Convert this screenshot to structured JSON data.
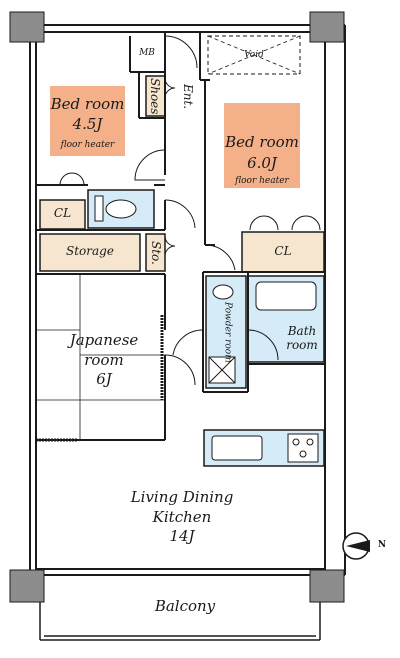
{
  "rooms": {
    "mb": "MB",
    "shoes": "Shoes",
    "entrance": "Ent.",
    "void": "Void",
    "bedroom1": {
      "name": "Bed room",
      "size": "4.5J",
      "note": "floor heater"
    },
    "bedroom2": {
      "name": "Bed room",
      "size": "6.0J",
      "note": "floor heater"
    },
    "cl1": "CL",
    "cl2": "CL",
    "storage": "Storage",
    "sto": "Sto.",
    "powder": "Powder room",
    "bath": {
      "line1": "Bath",
      "line2": "room"
    },
    "japanese": {
      "line1": "Japanese",
      "line2": "room",
      "line3": "6J"
    },
    "ldk": {
      "line1": "Living Dining",
      "line2": "Kitchen",
      "line3": "14J"
    },
    "balcony": "Balcony"
  },
  "compass": {
    "label": "N"
  },
  "colors": {
    "bedroom_fill": "#f4b189",
    "storage_fill": "#f6e6cf",
    "fixture_fill": "#d5ebf7",
    "wall": "#1a1a1a",
    "pillar": "#8d8d8d"
  }
}
